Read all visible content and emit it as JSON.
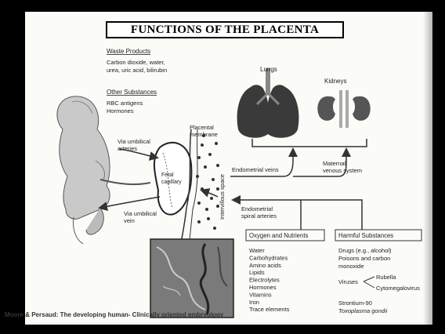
{
  "title": "FUNCTIONS OF THE PLACENTA",
  "citation": "Moore & Persaud: The developing human- Clinically oriented embryology",
  "waste": {
    "heading": "Waste Products",
    "lines": [
      "Carbon dioxide, water,",
      "urea, uric acid, bilirubin"
    ]
  },
  "other": {
    "heading": "Other Substances",
    "lines": [
      "RBC antigens",
      "Hormones"
    ]
  },
  "organs": {
    "lungs": "Lungs",
    "kidneys": "Kidneys"
  },
  "labels": {
    "placental_membrane": [
      "Placental",
      "membrane"
    ],
    "umbilical_arteries": [
      "Via umbilical",
      "arteries"
    ],
    "fetal_capillary": [
      "Fetal",
      "capillary"
    ],
    "umbilical_vein": [
      "Via umbilical",
      "vein"
    ],
    "intervillous": "Intervillous space",
    "endometrial_veins": "Endometrial veins",
    "maternal_venous": [
      "Maternal",
      "venous system"
    ],
    "spiral_arteries": [
      "Endometrial",
      "spiral arteries"
    ]
  },
  "oxygen": {
    "heading": "Oxygen and Nutrients",
    "items": [
      "Water",
      "Carbohydrates",
      "Amino acids",
      "Lipids",
      "Electrolytes",
      "Hormones",
      "Vitamins",
      "Iron",
      "Trace elements"
    ]
  },
  "harmful": {
    "heading": "Harmful Substances",
    "lines": [
      "Drugs (e.g., alcohol)",
      "Poisons and carbon",
      "monoxide"
    ],
    "viruses_label": "Viruses",
    "viruses": [
      "Rubella",
      "Cytomegalovirus"
    ],
    "extra": [
      "Strontium-90",
      "Toxoplasma gondii"
    ]
  },
  "colors": {
    "organ": "#3a3a3a",
    "arrow": "#333333",
    "slide": "#fbfbf7"
  }
}
